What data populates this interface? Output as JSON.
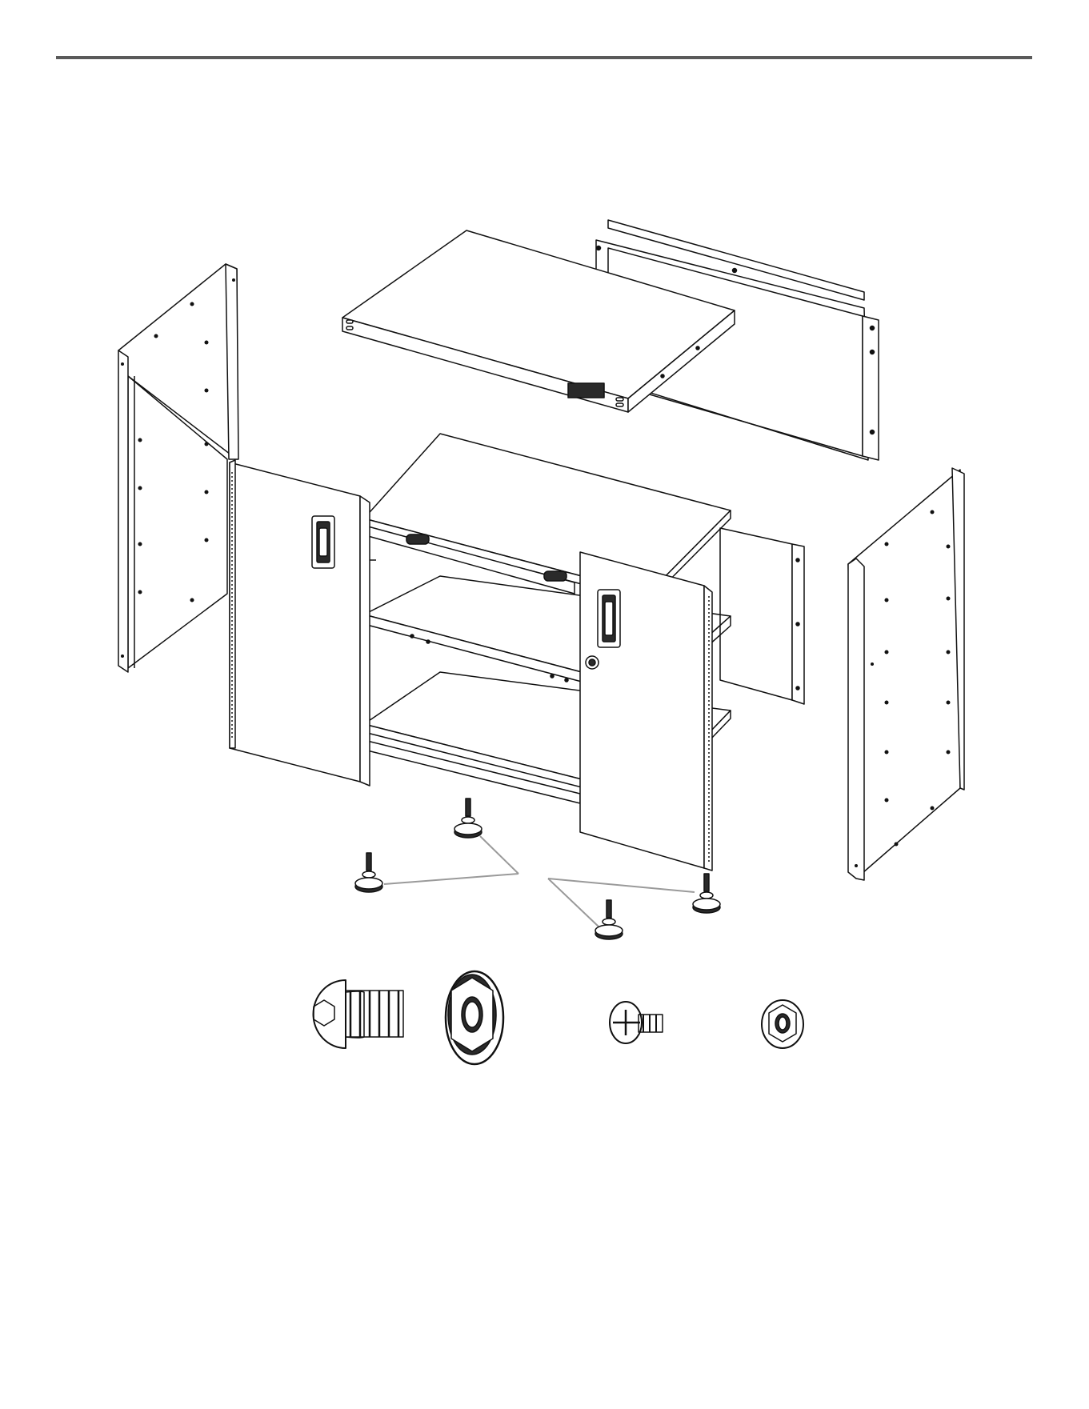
{
  "colors": {
    "line": "#111111",
    "fill": "#ffffff",
    "shade": "#2a2a2a",
    "rule": "#5a5a5a",
    "leader": "#9a9a9a"
  },
  "parts": [
    {
      "name": "top-panel",
      "icon": "top-panel-icon"
    },
    {
      "name": "back-panel",
      "icon": "back-panel-icon"
    },
    {
      "name": "left-side-panel",
      "icon": "side-panel-icon"
    },
    {
      "name": "right-side-panel",
      "icon": "side-panel-icon"
    },
    {
      "name": "left-door",
      "icon": "door-icon"
    },
    {
      "name": "right-door",
      "icon": "door-icon"
    },
    {
      "name": "shelves",
      "icon": "shelf-icon"
    },
    {
      "name": "leveling-feet",
      "icon": "leveling-foot-icon",
      "count": 4
    }
  ],
  "hardware": [
    {
      "name": "button-head-hex-bolt",
      "icon": "bolt-icon"
    },
    {
      "name": "large-flange-nut",
      "icon": "flange-nut-icon"
    },
    {
      "name": "phillips-screw",
      "icon": "screw-icon"
    },
    {
      "name": "small-flange-nut",
      "icon": "small-nut-icon"
    }
  ]
}
